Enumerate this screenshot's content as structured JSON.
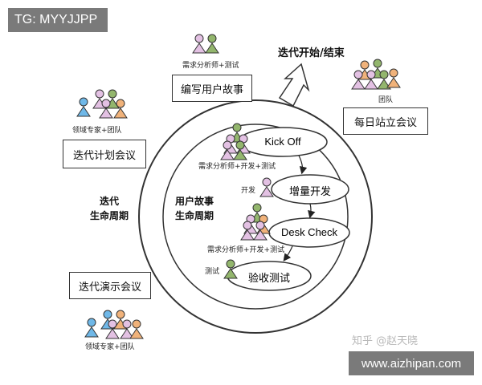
{
  "tag": "TG: MYYJJPP",
  "iteration_start_end": "迭代开始/结束",
  "boxes": {
    "write_story": "编写用户故事",
    "standup": "每日站立会议",
    "planning": "迭代计划会议",
    "demo": "迭代演示会议"
  },
  "people_labels": {
    "analyst_test_top": "需求分析师+测试",
    "team": "团队",
    "domain_team_left": "领域专家+团队",
    "analyst_dev_test_1": "需求分析师+开发+测试",
    "dev": "开发",
    "analyst_dev_test_2": "需求分析师+开发+测试",
    "test": "测试",
    "domain_team_bottom": "领域专家+团队"
  },
  "outer_cycle": [
    "迭代",
    "生命周期"
  ],
  "inner_cycle": [
    "用户故事",
    "生命周期"
  ],
  "steps": [
    "Kick Off",
    "增量开发",
    "Desk Check",
    "验收测试"
  ],
  "watermark": "知乎 @赵天晓",
  "url": "www.aizhipan.com",
  "colors": {
    "person_blue": "#6fb8e8",
    "person_pink": "#e3c1e3",
    "person_green": "#93b66d",
    "person_orange": "#f0b27a",
    "outline": "#333333"
  }
}
